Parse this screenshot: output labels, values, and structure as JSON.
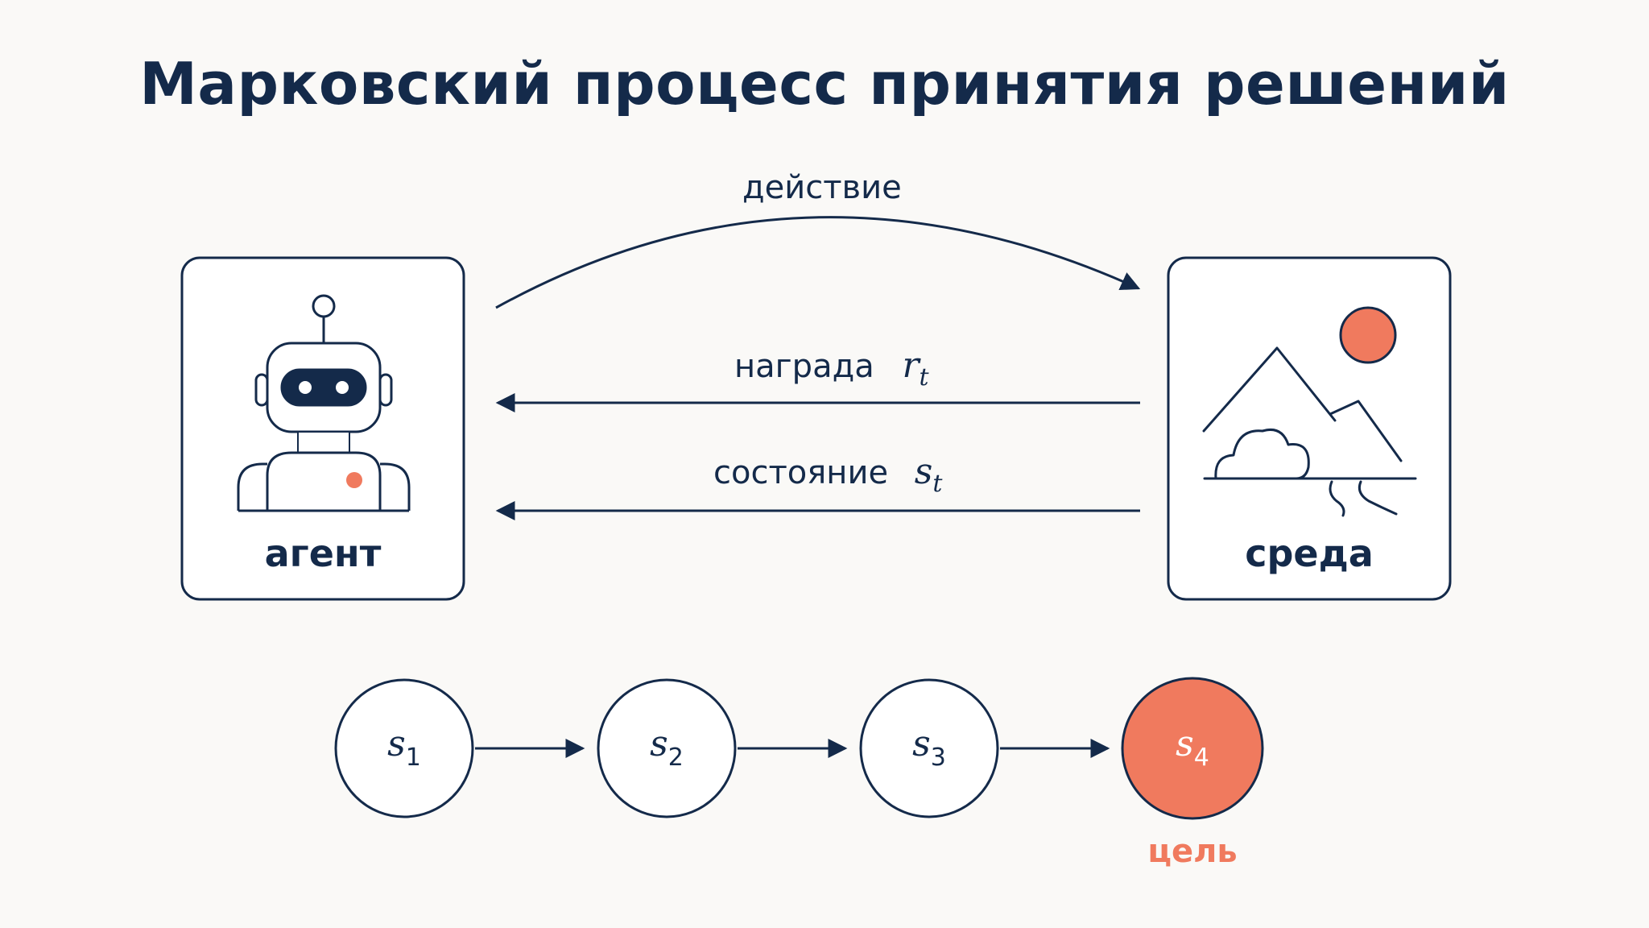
{
  "title": "Марковский процесс принятия решений",
  "agent": {
    "label": "агент"
  },
  "environment": {
    "label": "среда"
  },
  "arrows": {
    "action": {
      "label": "действие"
    },
    "reward": {
      "label": "награда",
      "var": "r",
      "sub": "t"
    },
    "state": {
      "label": "состояние",
      "var": "s",
      "sub": "t"
    }
  },
  "states": [
    {
      "var": "s",
      "sub": "1",
      "goal": false
    },
    {
      "var": "s",
      "sub": "2",
      "goal": false
    },
    {
      "var": "s",
      "sub": "3",
      "goal": false
    },
    {
      "var": "s",
      "sub": "4",
      "goal": true
    }
  ],
  "goal_label": "цель",
  "colors": {
    "ink": "#142a4a",
    "accent": "#f07a5e",
    "background": "#faf9f7"
  }
}
